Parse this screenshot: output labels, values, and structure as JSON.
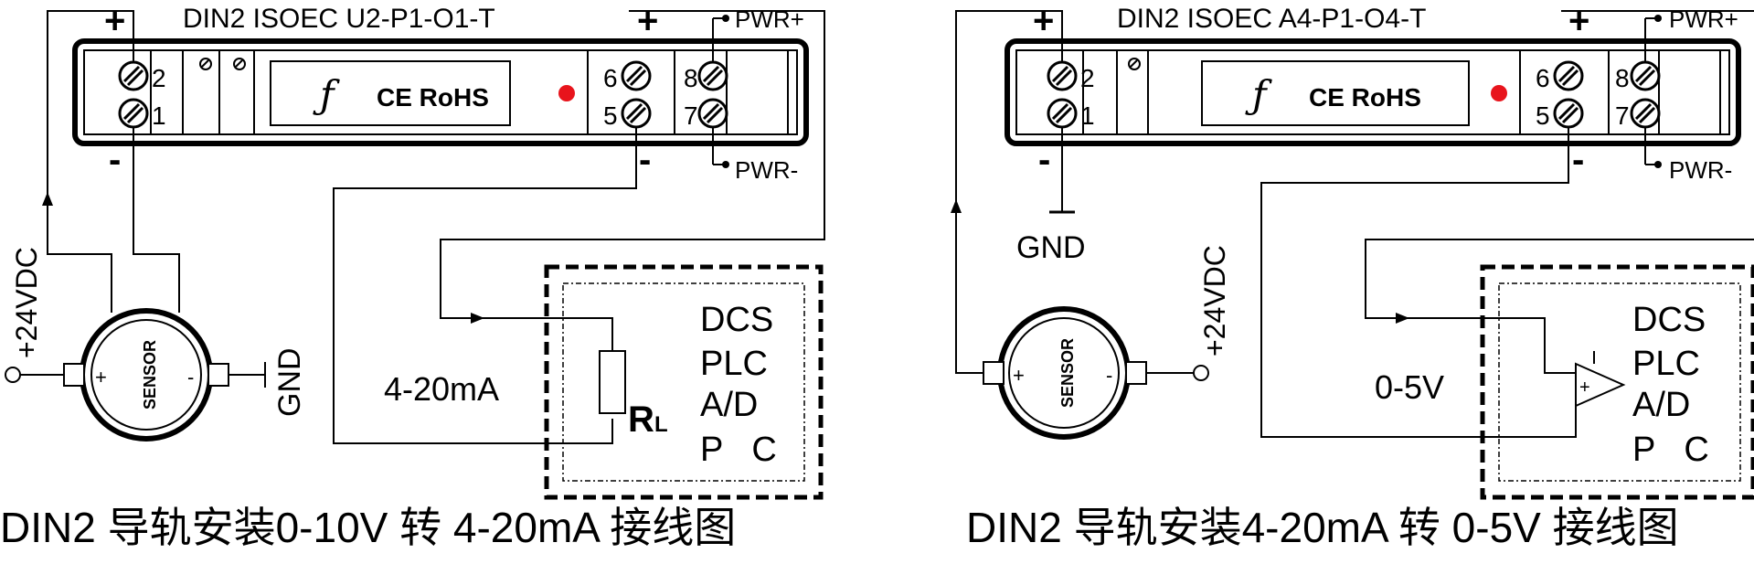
{
  "left": {
    "model": "DIN2 ISOEC  U2-P1-O1-T",
    "plus_in": "+",
    "minus_in": "-",
    "plus_out": "+",
    "minus_out": "-",
    "t2": "2",
    "t1": "1",
    "t6": "6",
    "t5": "5",
    "t8": "8",
    "t7": "7",
    "pwr_plus": "PWR+",
    "pwr_minus": "PWR-",
    "cert": "CE RoHS",
    "supply": "+24VDC",
    "gnd": "GND",
    "sensor": "SENSOR",
    "sensor_plus": "+",
    "sensor_minus": "-",
    "signal": "4-20mA",
    "load_r": "R",
    "load_sub": "L",
    "sys1": "DCS",
    "sys2": "PLC",
    "sys3": "A/D",
    "sys4": "P   C",
    "caption": "DIN2 导轨安装0-10V 转 4-20mA 接线图"
  },
  "right": {
    "model": "DIN2 ISOEC  A4-P1-O4-T",
    "plus_in": "+",
    "minus_in": "-",
    "plus_out": "+",
    "minus_out": "-",
    "t2": "2",
    "t1": "1",
    "t6": "6",
    "t5": "5",
    "t8": "8",
    "t7": "7",
    "pwr_plus": "PWR+",
    "pwr_minus": "PWR-",
    "cert": "CE RoHS",
    "gnd": "GND",
    "supply": "+24VDC",
    "sensor": "SENSOR",
    "sensor_plus": "+",
    "sensor_minus": "-",
    "signal": "0-5V",
    "amp_plus": "+",
    "sys1": "DCS",
    "sys2": "PLC",
    "sys3": "A/D",
    "sys4": "P   C",
    "caption": "DIN2 导轨安装4-20mA 转 0-5V 接线图"
  },
  "colors": {
    "line": "#000000",
    "indicator": "#e8141c",
    "cert_text": "#555555"
  }
}
